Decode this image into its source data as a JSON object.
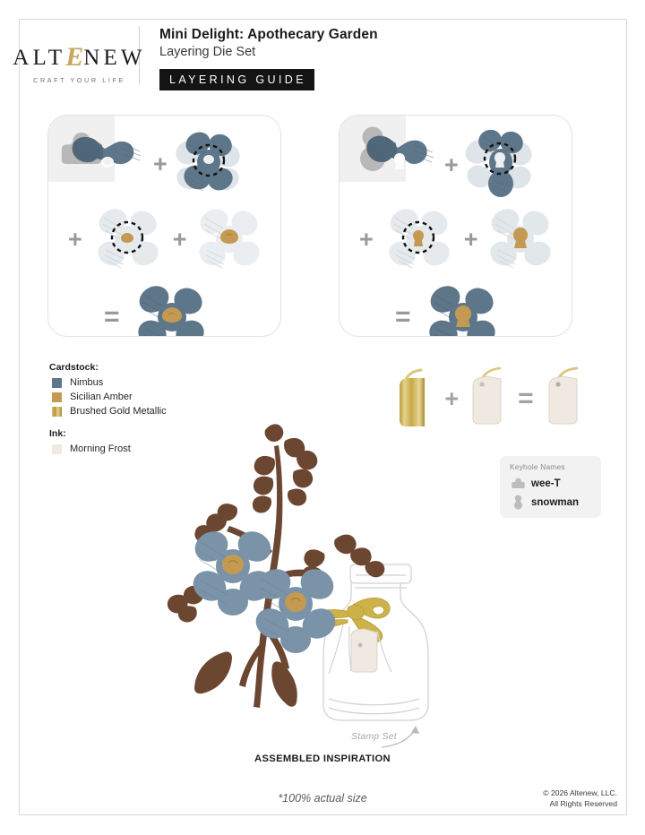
{
  "document": {
    "brand": {
      "name_part1": "ALT",
      "name_glyph": "E",
      "name_part2": "NEW",
      "tagline": "CRAFT YOUR LIFE"
    },
    "title": "Mini Delight: Apothecary Garden",
    "subtitle": "Layering Die Set",
    "badge": "LAYERING GUIDE"
  },
  "panels": [
    {
      "name": "layering-panel-1",
      "keyhole": "wee-T",
      "operators": [
        "+",
        "+",
        "+",
        "="
      ],
      "steps": [
        "die-layer-bow-nimbus",
        "die-layer-flower-nimbus",
        "die-layer-flower-frost",
        "die-layer-flower-center-amber",
        "result-flower-assembled"
      ]
    },
    {
      "name": "layering-panel-2",
      "keyhole": "snowman",
      "operators": [
        "+",
        "+",
        "+",
        "="
      ],
      "steps": [
        "die-layer-bow-nimbus",
        "die-layer-flower-nimbus",
        "die-layer-flower-frost",
        "die-layer-flower-center-amber",
        "result-flower-assembled"
      ]
    }
  ],
  "legend": {
    "cardstock_heading": "Cardstock:",
    "cardstock": [
      {
        "label": "Nimbus",
        "color": "#5e7689"
      },
      {
        "label": "Sicilian Amber",
        "color": "#c49a53"
      },
      {
        "label": "Brushed Gold Metallic",
        "color": "#c9a84f"
      }
    ],
    "ink_heading": "Ink:",
    "ink": [
      {
        "label": "Morning Frost",
        "color": "#efe9e1"
      }
    ]
  },
  "tag_assembly": {
    "name": "tag-assembly",
    "operators": [
      "+",
      "="
    ],
    "parts": [
      "gold-metallic-tag-blank",
      "morning-frost-tag",
      "assembled-tag"
    ]
  },
  "keyhole_box": {
    "title": "Keyhole Names",
    "items": [
      {
        "name": "wee-T",
        "icon": "wee-t-keyhole-icon"
      },
      {
        "name": "snowman",
        "icon": "snowman-keyhole-icon"
      }
    ]
  },
  "main_art": {
    "name": "assembled-inspiration-art",
    "stamp_set_label": "Stamp Set",
    "caption": "ASSEMBLED INSPIRATION",
    "scale_note": "*100% actual size"
  },
  "footer": {
    "copyright_line1": "© 2026 Altenew, LLC.",
    "copyright_line2": "All Rights Reserved"
  },
  "colors": {
    "nimbus": "#5e7689",
    "nimbus_dark": "#4e6577",
    "frost": "#dfe4e8",
    "frost_light": "#eef1f3",
    "amber": "#c49a53",
    "gold": "#c9a84f",
    "brown": "#6b4630",
    "paper": "#efe9e1",
    "outline_gray": "#cfcfcf"
  }
}
